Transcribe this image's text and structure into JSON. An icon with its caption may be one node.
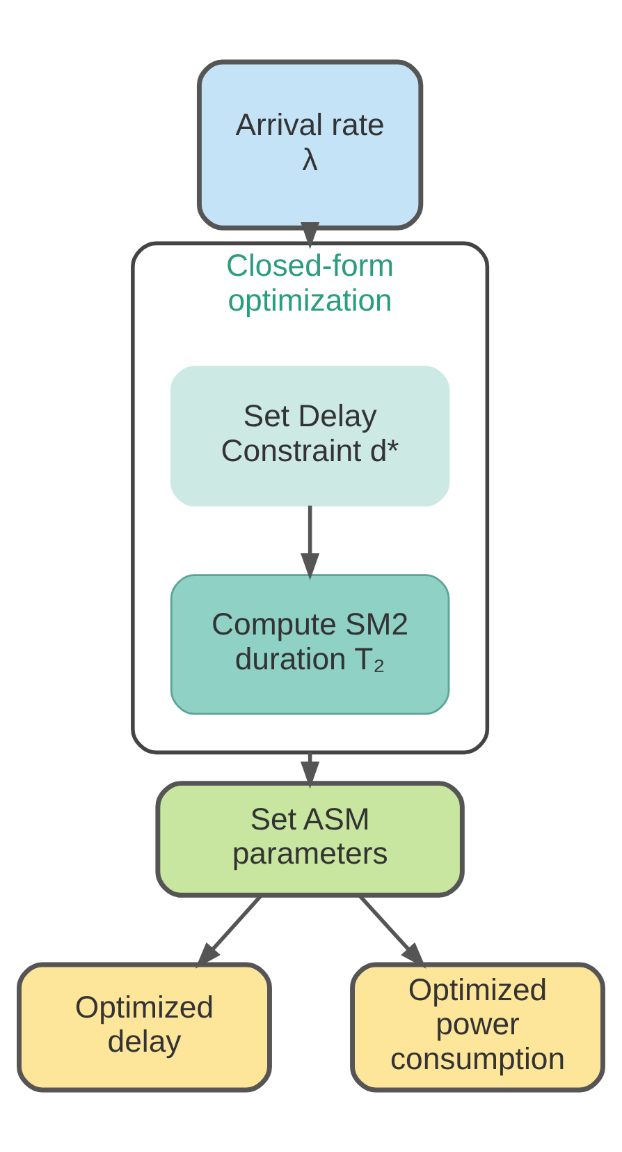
{
  "diagram": {
    "nodes": [
      {
        "text": [
          "Arrival rate",
          "λ"
        ]
      },
      {
        "text": [
          "Closed-form optimization"
        ]
      },
      {
        "text": [
          "Set Delay Constraint d*"
        ],
        "in": 1
      },
      {
        "text": [
          "Compute SM2 duration T₂"
        ],
        "in": 1
      },
      {
        "text": [
          "Set ASM parameters"
        ]
      },
      {
        "text": [
          "Optimized delay"
        ]
      },
      {
        "text": [
          "Optimized power consumption"
        ]
      }
    ],
    "edges": [
      {
        "from": 0,
        "to": 1,
        "arrow": "to"
      },
      {
        "from": 2,
        "to": 3,
        "arrow": "to"
      },
      {
        "from": 1,
        "to": 4,
        "arrow": "to"
      },
      {
        "from": 4,
        "to": 5,
        "arrow": "to"
      },
      {
        "from": 4,
        "to": 6,
        "arrow": "to"
      }
    ]
  }
}
